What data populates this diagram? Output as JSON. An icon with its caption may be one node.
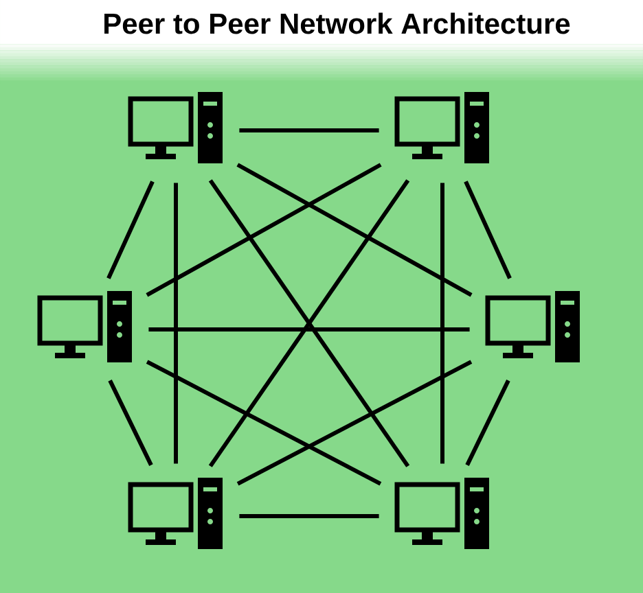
{
  "diagram": {
    "title": "Peer to Peer Network Architecture",
    "nodes": [
      {
        "text": [],
        "shape": "computer"
      },
      {
        "text": [],
        "shape": "computer"
      },
      {
        "text": [],
        "shape": "computer"
      },
      {
        "text": [],
        "shape": "computer"
      },
      {
        "text": [],
        "shape": "computer"
      },
      {
        "text": [],
        "shape": "computer"
      }
    ],
    "edges": [
      {
        "from": 0,
        "to": 1,
        "arrow": "none"
      },
      {
        "from": 0,
        "to": 2,
        "arrow": "none"
      },
      {
        "from": 0,
        "to": 3,
        "arrow": "none"
      },
      {
        "from": 0,
        "to": 4,
        "arrow": "none"
      },
      {
        "from": 0,
        "to": 5,
        "arrow": "none"
      },
      {
        "from": 1,
        "to": 2,
        "arrow": "none"
      },
      {
        "from": 1,
        "to": 3,
        "arrow": "none"
      },
      {
        "from": 1,
        "to": 4,
        "arrow": "none"
      },
      {
        "from": 1,
        "to": 5,
        "arrow": "none"
      },
      {
        "from": 2,
        "to": 3,
        "arrow": "none"
      },
      {
        "from": 2,
        "to": 4,
        "arrow": "none"
      },
      {
        "from": 2,
        "to": 5,
        "arrow": "none"
      },
      {
        "from": 3,
        "to": 4,
        "arrow": "none"
      },
      {
        "from": 3,
        "to": 5,
        "arrow": "none"
      },
      {
        "from": 4,
        "to": 5,
        "arrow": "none"
      }
    ]
  }
}
